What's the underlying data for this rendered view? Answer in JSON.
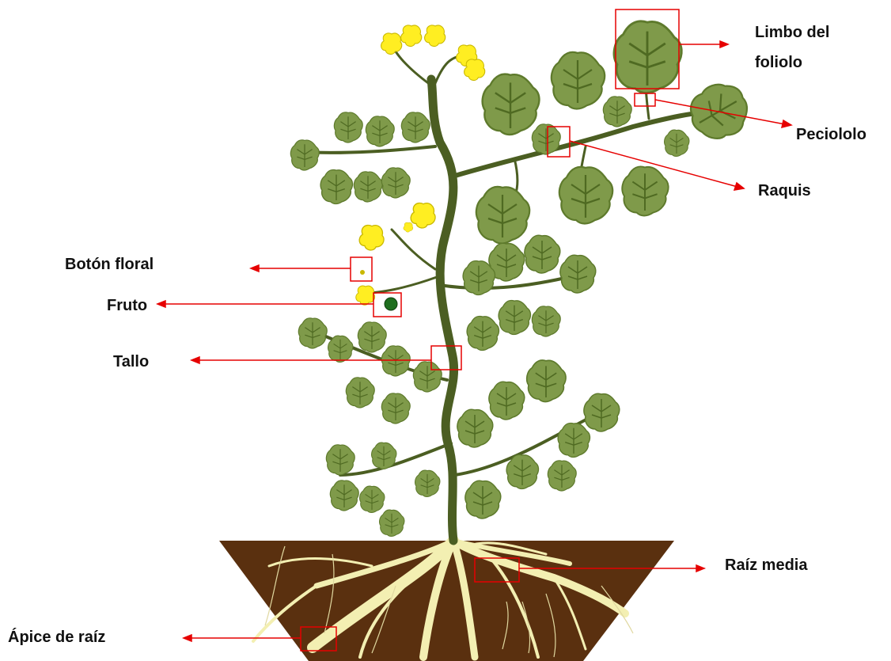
{
  "colors": {
    "stem": "#4b5e22",
    "leaf": "#7f9a4a",
    "leaf_vein": "#4f6a22",
    "flower": "#ffee22",
    "fruit": "#1e6e1e",
    "soil": "#5a300f",
    "root": "#f3efb2",
    "annotation": "#e60000"
  },
  "labels": {
    "limbo_line1": "Limbo del",
    "limbo_line2": "foliolo",
    "peciololo": "Peciololo",
    "raquis": "Raquis",
    "boton_floral": "Botón floral",
    "fruto": "Fruto",
    "tallo": "Tallo",
    "raiz_media": "Raíz media",
    "apice_raiz": "Ápice de raíz"
  }
}
